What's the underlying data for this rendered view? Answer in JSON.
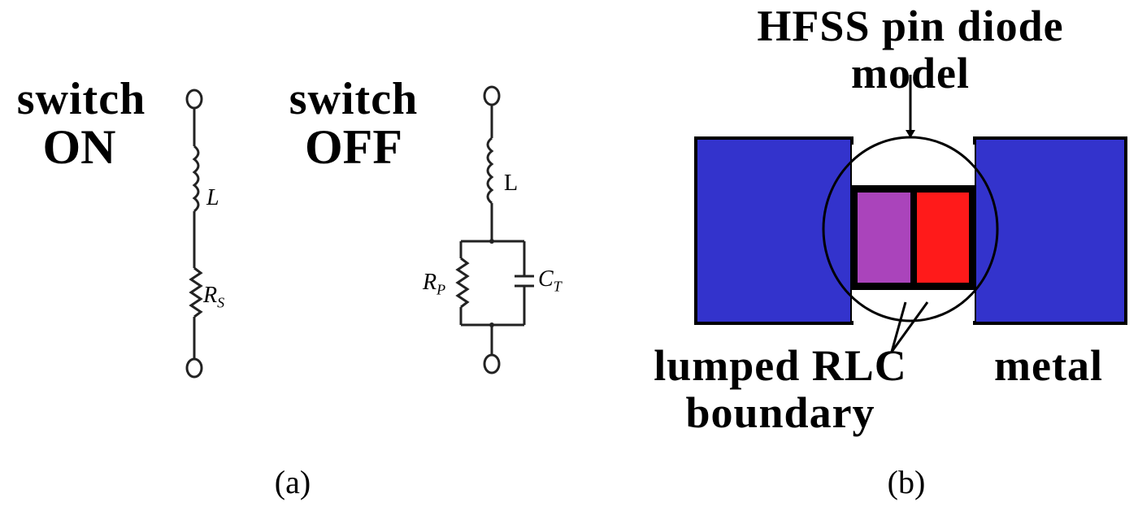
{
  "panel_a": {
    "caption": "(a)",
    "switch_on": {
      "title_line1": "switch",
      "title_line2": "ON",
      "components": {
        "inductor": "L",
        "resistor": "R",
        "resistor_sub": "S"
      }
    },
    "switch_off": {
      "title_line1": "switch",
      "title_line2": "OFF",
      "components": {
        "inductor": "L",
        "resistor": "R",
        "resistor_sub": "P",
        "capacitor": "C",
        "capacitor_sub": "T"
      }
    }
  },
  "panel_b": {
    "caption": "(b)",
    "title_line1": "HFSS pin diode",
    "title_line2": "model",
    "label_rlc_line1": "lumped RLC",
    "label_rlc_line2": "boundary",
    "label_metal": "metal",
    "colors": {
      "metal": "#3333cc",
      "rlc_left": "#aa44bb",
      "rlc_right": "#ff1a1a",
      "outline": "#000000"
    }
  }
}
